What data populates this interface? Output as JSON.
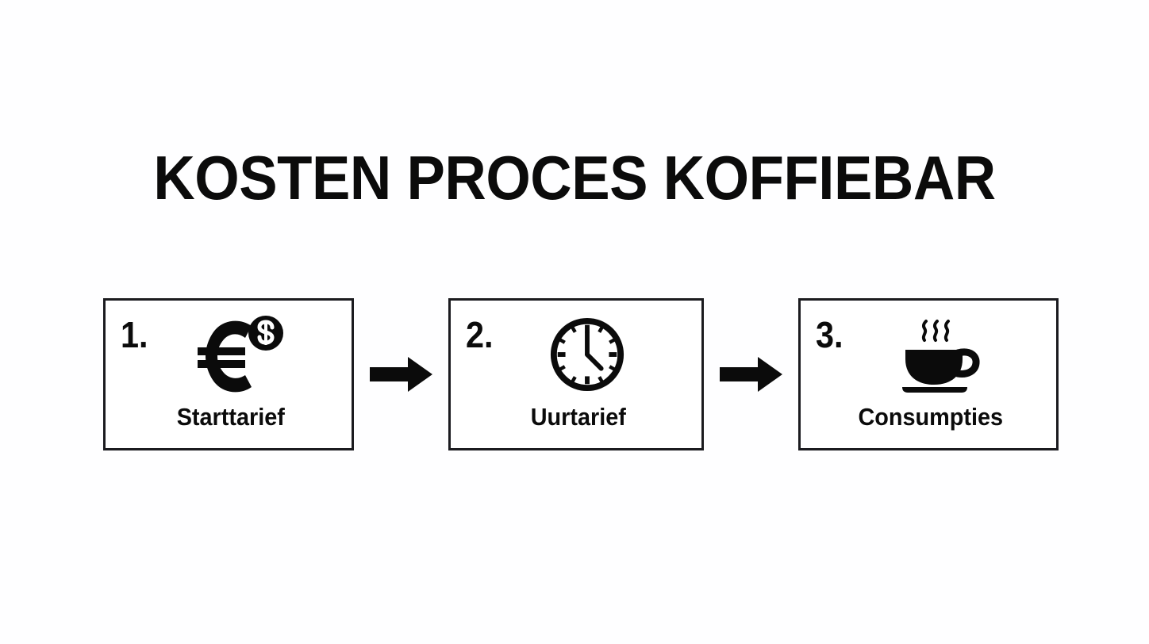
{
  "slide": {
    "title": "KOSTEN PROCES KOFFIEBAR",
    "background_color": "#fefeff",
    "ink_color": "#0b0b0b",
    "border_color": "#1b1b1f"
  },
  "flow": {
    "connector_icon": "arrow-right-icon",
    "steps": [
      {
        "number": "1.",
        "label": "Starttarief",
        "icon": "euro-dollar-coin-icon"
      },
      {
        "number": "2.",
        "label": "Uurtarief",
        "icon": "clock-icon"
      },
      {
        "number": "3.",
        "label": "Consumpties",
        "icon": "coffee-cup-icon"
      }
    ]
  }
}
